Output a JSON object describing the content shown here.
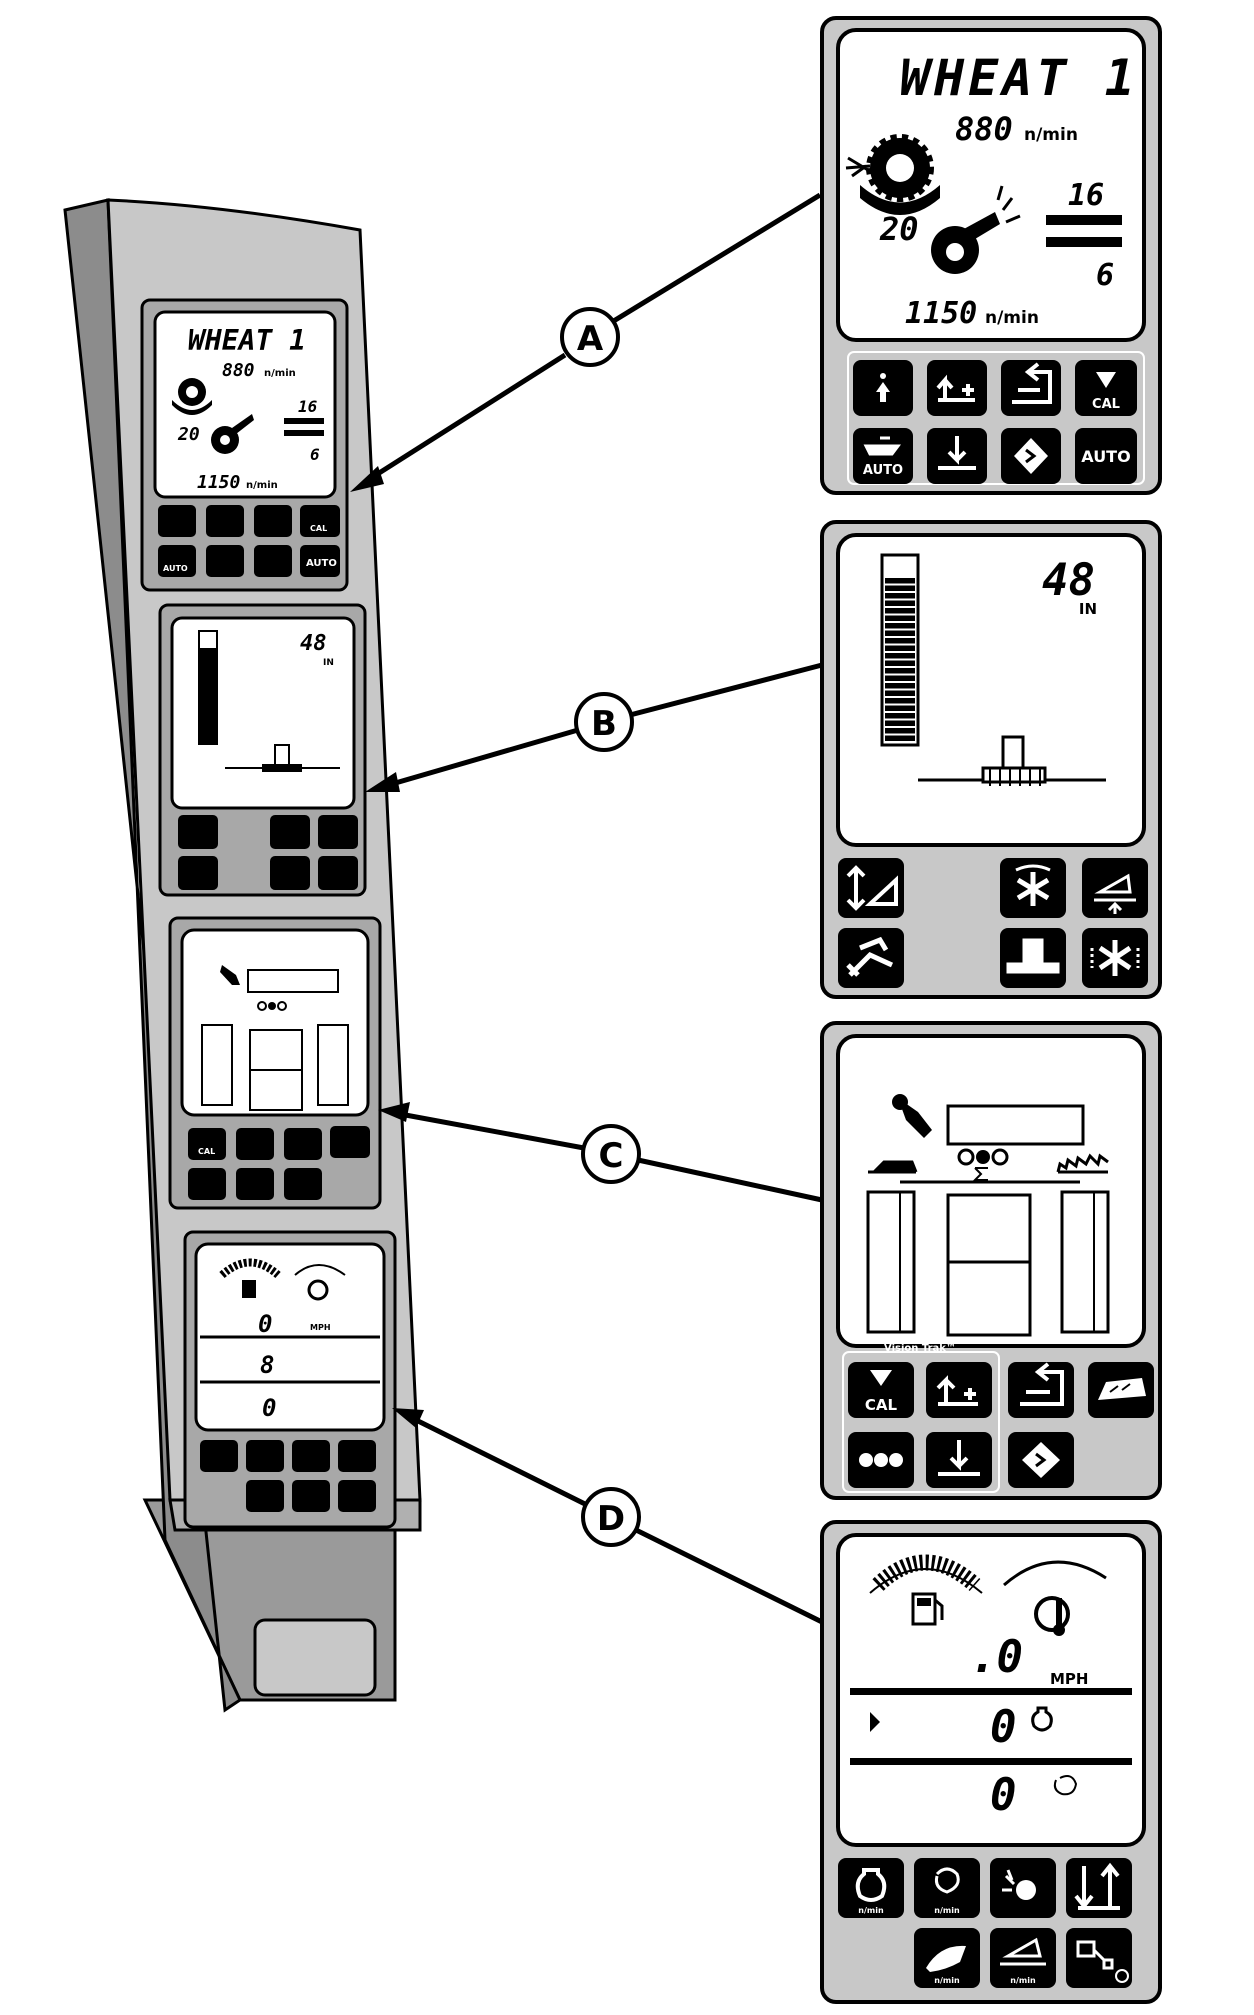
{
  "callouts": {
    "a": "A",
    "b": "B",
    "c": "C",
    "d": "D"
  },
  "panel_a": {
    "crop": "WHEAT 1",
    "rotor_speed": "880",
    "rotor_unit": "n/min",
    "concave": "20",
    "sieve_upper": "16",
    "sieve_lower": "6",
    "fan_speed": "1150",
    "fan_unit": "n/min",
    "key_cal": "CAL",
    "key_auto_small": "AUTO",
    "key_auto": "AUTO"
  },
  "panel_b": {
    "height": "48",
    "height_unit": "IN"
  },
  "panel_c": {
    "brand": "Vision Trak™",
    "key_cal": "CAL"
  },
  "panel_d": {
    "speed": ".0",
    "speed_unit": "MPH",
    "row2": "0",
    "row3": "0",
    "key_unit": "n/min"
  },
  "console": {
    "a_crop": "WHEAT 1",
    "a_rotor": "880",
    "a_rotor_unit": "n/min",
    "a_concave": "20",
    "a_upper": "16",
    "a_lower": "6",
    "a_fan": "1150",
    "a_fan_unit": "n/min",
    "a_cal": "CAL",
    "a_auto_small": "AUTO",
    "a_auto": "AUTO",
    "b_height": "48",
    "b_unit": "IN",
    "c_cal": "CAL",
    "d_speed": "0",
    "d_unit": "MPH",
    "d_row2": "8",
    "d_row3": "0"
  },
  "colors": {
    "console_body": "#c8c8c8",
    "console_shadow": "#8c8c8c",
    "screen": "#ffffff",
    "key": "#000000"
  }
}
